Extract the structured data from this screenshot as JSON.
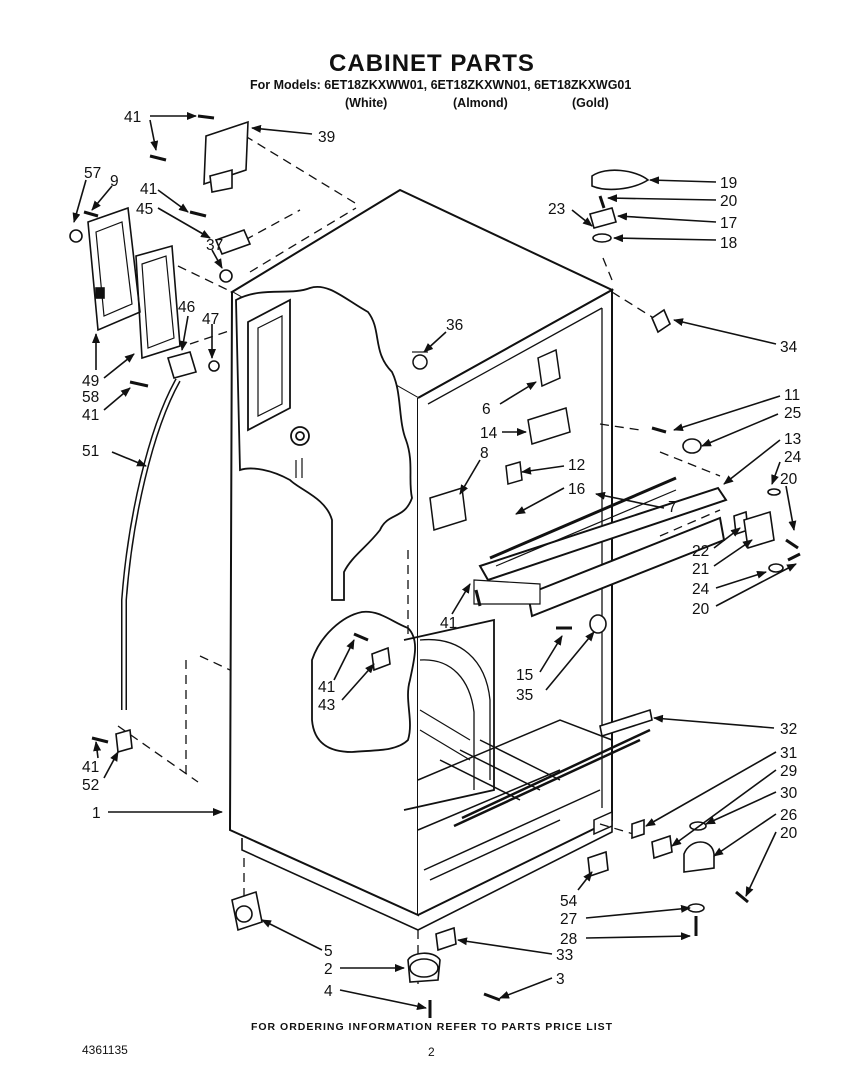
{
  "header": {
    "title": "CABINET PARTS",
    "models_line": "For Models: 6ET18ZKXWW01, 6ET18ZKXWN01, 6ET18ZKXWG01",
    "variants": [
      "(White)",
      "(Almond)",
      "(Gold)"
    ]
  },
  "callouts": [
    "41",
    "39",
    "57",
    "9",
    "41",
    "45",
    "37",
    "46",
    "47",
    "49",
    "58",
    "41",
    "51",
    "36",
    "19",
    "20",
    "23",
    "17",
    "18",
    "34",
    "6",
    "11",
    "25",
    "14",
    "13",
    "24",
    "20",
    "8",
    "12",
    "16",
    "7",
    "22",
    "21",
    "24",
    "20",
    "41",
    "15",
    "35",
    "41",
    "43",
    "32",
    "41",
    "52",
    "31",
    "29",
    "30",
    "26",
    "20",
    "1",
    "54",
    "27",
    "28",
    "5",
    "33",
    "2",
    "3",
    "4"
  ],
  "footer": {
    "note": "FOR ORDERING INFORMATION REFER TO PARTS PRICE LIST",
    "doc_number": "4361135",
    "page_number": "2"
  }
}
